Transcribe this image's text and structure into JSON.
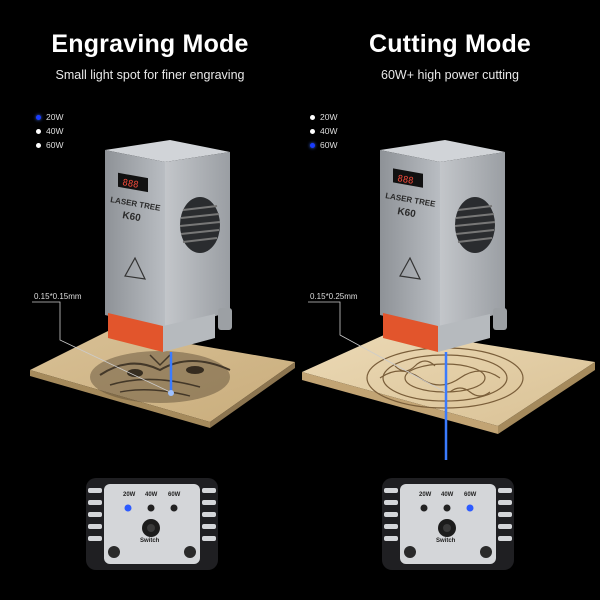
{
  "panels": [
    {
      "title": "Engraving Mode",
      "subtitle": "Small light spot for finer engraving",
      "powers": [
        "20W",
        "40W",
        "60W"
      ],
      "active_power_index": 0,
      "spot_size": "0.15*0.15mm",
      "brand": "LASER TREE",
      "model": "K60",
      "display_digits": "888",
      "switch_label": "Switch"
    },
    {
      "title": "Cutting Mode",
      "subtitle": "60W+ high power cutting",
      "powers": [
        "20W",
        "40W",
        "60W"
      ],
      "active_power_index": 2,
      "spot_size": "0.15*0.25mm",
      "brand": "LASER TREE",
      "model": "K60",
      "display_digits": "888",
      "switch_label": "Switch"
    }
  ],
  "colors": {
    "background": "#000000",
    "active_indicator": "#1a3cff",
    "laser_beam": "#3a7bff",
    "window_orange": "#e2552c",
    "housing": "#a9adb2",
    "wood_light": "#e4cfa6"
  }
}
